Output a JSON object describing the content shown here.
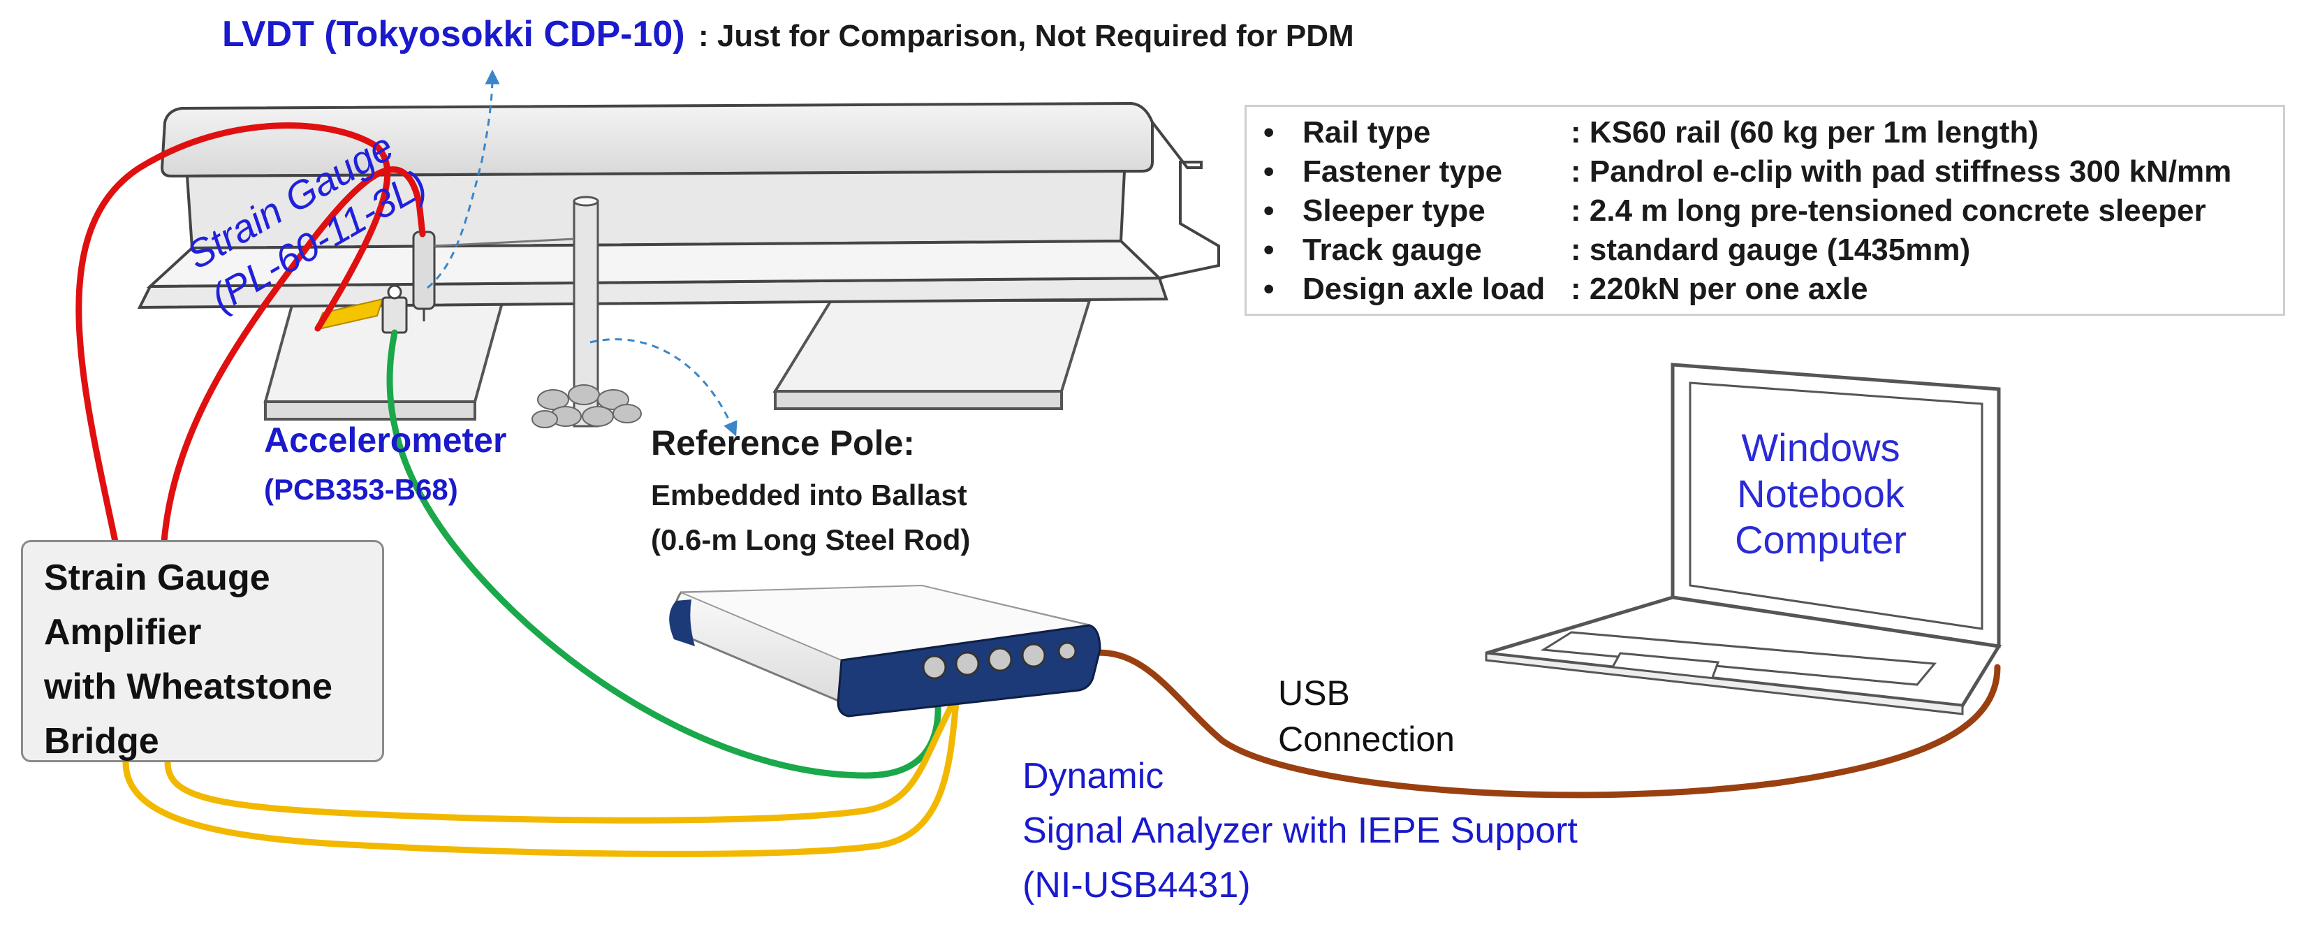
{
  "lvdt": {
    "title": "LVDT (Tokyosokki CDP-10)",
    "note": ": Just for Comparison, Not Required for PDM"
  },
  "specs": [
    {
      "key": "Rail type",
      "value": ": KS60 rail (60 kg per 1m length)"
    },
    {
      "key": "Fastener type",
      "value": ": Pandrol e-clip with pad stiffness 300 kN/mm"
    },
    {
      "key": "Sleeper type",
      "value": ": 2.4 m long pre-tensioned concrete sleeper"
    },
    {
      "key": "Track gauge",
      "value": ": standard gauge (1435mm)"
    },
    {
      "key": "Design axle load",
      "value": ": 220kN per one axle"
    }
  ],
  "strain_gauge": {
    "label": "Strain Gauge",
    "model": "(PL-60-11-3L)"
  },
  "accelerometer": {
    "title": "Accelerometer",
    "model": "(PCB353-B68)"
  },
  "reference_pole": {
    "title": "Reference Pole:",
    "line1": "Embedded into Ballast",
    "line2": "(0.6-m Long Steel Rod)"
  },
  "amplifier": {
    "text": "Strain Gauge\nAmplifier\nwith Wheatstone\nBridge"
  },
  "analyzer": {
    "line1": "Dynamic",
    "line2": "Signal Analyzer with IEPE Support",
    "line3": "(NI-USB4431)"
  },
  "usb": {
    "line1": "USB",
    "line2": "Connection"
  },
  "laptop": {
    "screen_text": "Windows\nNotebook\nComputer"
  },
  "colors": {
    "label_blue": "#1a1acc",
    "cable_red": "#e01010",
    "cable_green": "#1aa84a",
    "cable_yellow": "#f2b800",
    "cable_brown": "#9a4010",
    "leader_blue": "#3a86c8"
  }
}
